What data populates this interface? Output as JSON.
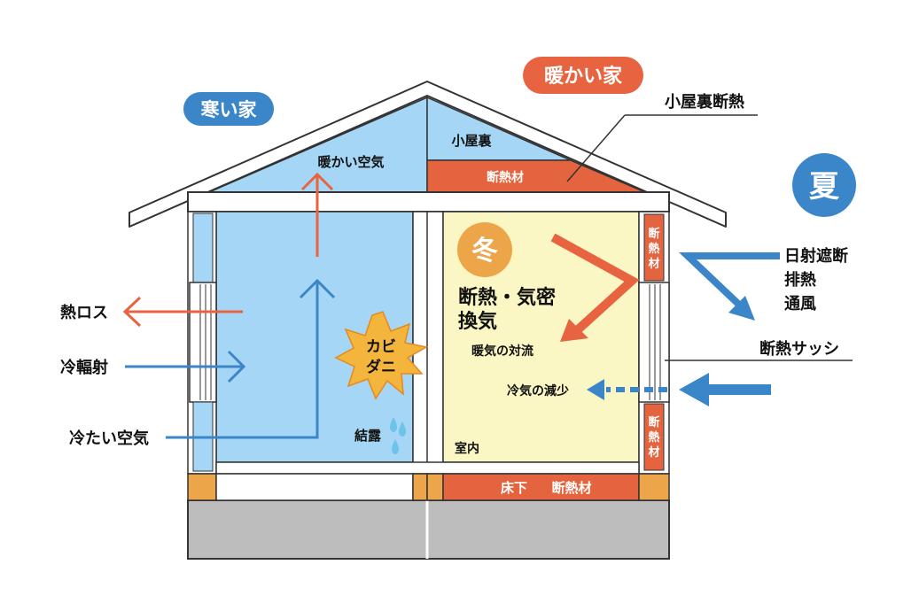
{
  "badges": {
    "cold_house": "寒い家",
    "warm_house": "暖かい家",
    "winter": "冬",
    "summer": "夏"
  },
  "left": {
    "warm_air": "暖かい空気",
    "heat_loss": "熱ロス",
    "cold_radiation": "冷輻射",
    "cold_air": "冷たい空気",
    "mold_line1": "カビ",
    "mold_line2": "ダニ",
    "condensation": "結露"
  },
  "right": {
    "attic": "小屋裏",
    "attic_insulation_material": "断熱材",
    "attic_insulation": "小屋裏断熱",
    "wall_insulation_upper": [
      "断",
      "熱",
      "材"
    ],
    "wall_insulation_lower": [
      "断",
      "熱",
      "材"
    ],
    "main_line1": "断熱・気密",
    "main_line2": "換気",
    "heating_convection": "暖気の対流",
    "cold_air_reduction": "冷気の減少",
    "room": "室内",
    "floor_insulation_a": "床下",
    "floor_insulation_b": "断熱材",
    "solar_block": "日射遮断",
    "exhaust_heat": "排熱",
    "ventilation": "通風",
    "insulated_sash": "断熱サッシ"
  },
  "colors": {
    "blue": "#3b86c8",
    "orange": "#e8633f",
    "sky": "#a6d6f5",
    "cream": "#fbf7c4",
    "insulation": "#e4643f",
    "foundation": "#bdbdbd",
    "sill": "#eda54a"
  }
}
